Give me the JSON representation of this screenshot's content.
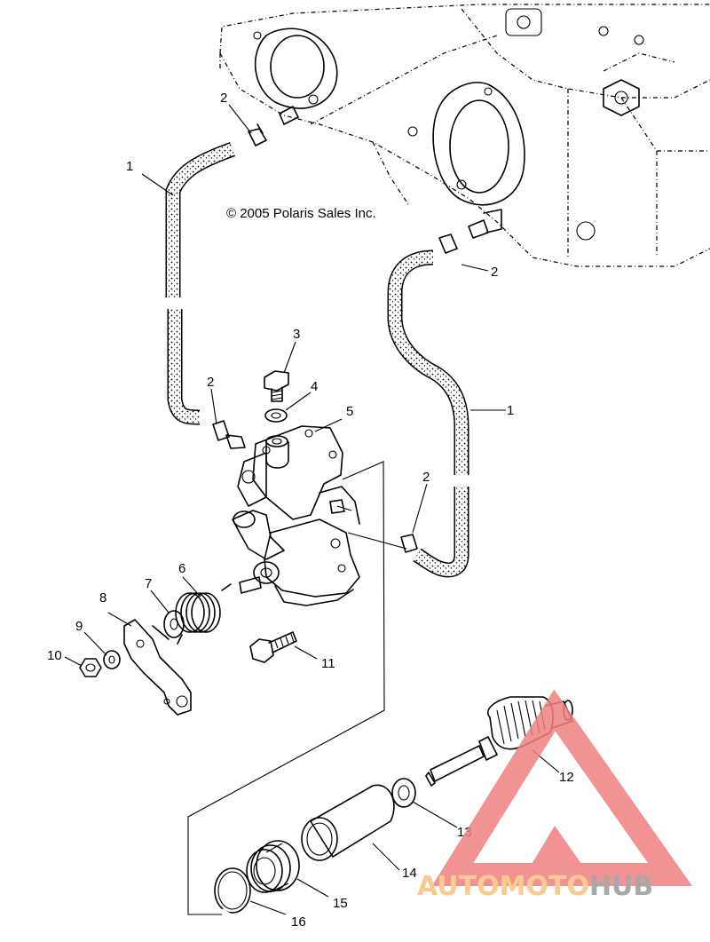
{
  "copyright": "© 2005 Polaris Sales Inc.",
  "watermark": {
    "part1": "AUTOMOTO",
    "part2": "HUB",
    "color1": "#f6c37f",
    "color2": "#9a9a9a",
    "triangle_color": "#f08080"
  },
  "callouts": {
    "c1a": "1",
    "c1b": "1",
    "c2a": "2",
    "c2b": "2",
    "c2c": "2",
    "c2d": "2",
    "c3": "3",
    "c4": "4",
    "c5": "5",
    "c6": "6",
    "c7": "7",
    "c8": "8",
    "c9": "9",
    "c10": "10",
    "c11": "11",
    "c12": "12",
    "c13": "13",
    "c14": "14",
    "c15": "15",
    "c16": "16"
  }
}
